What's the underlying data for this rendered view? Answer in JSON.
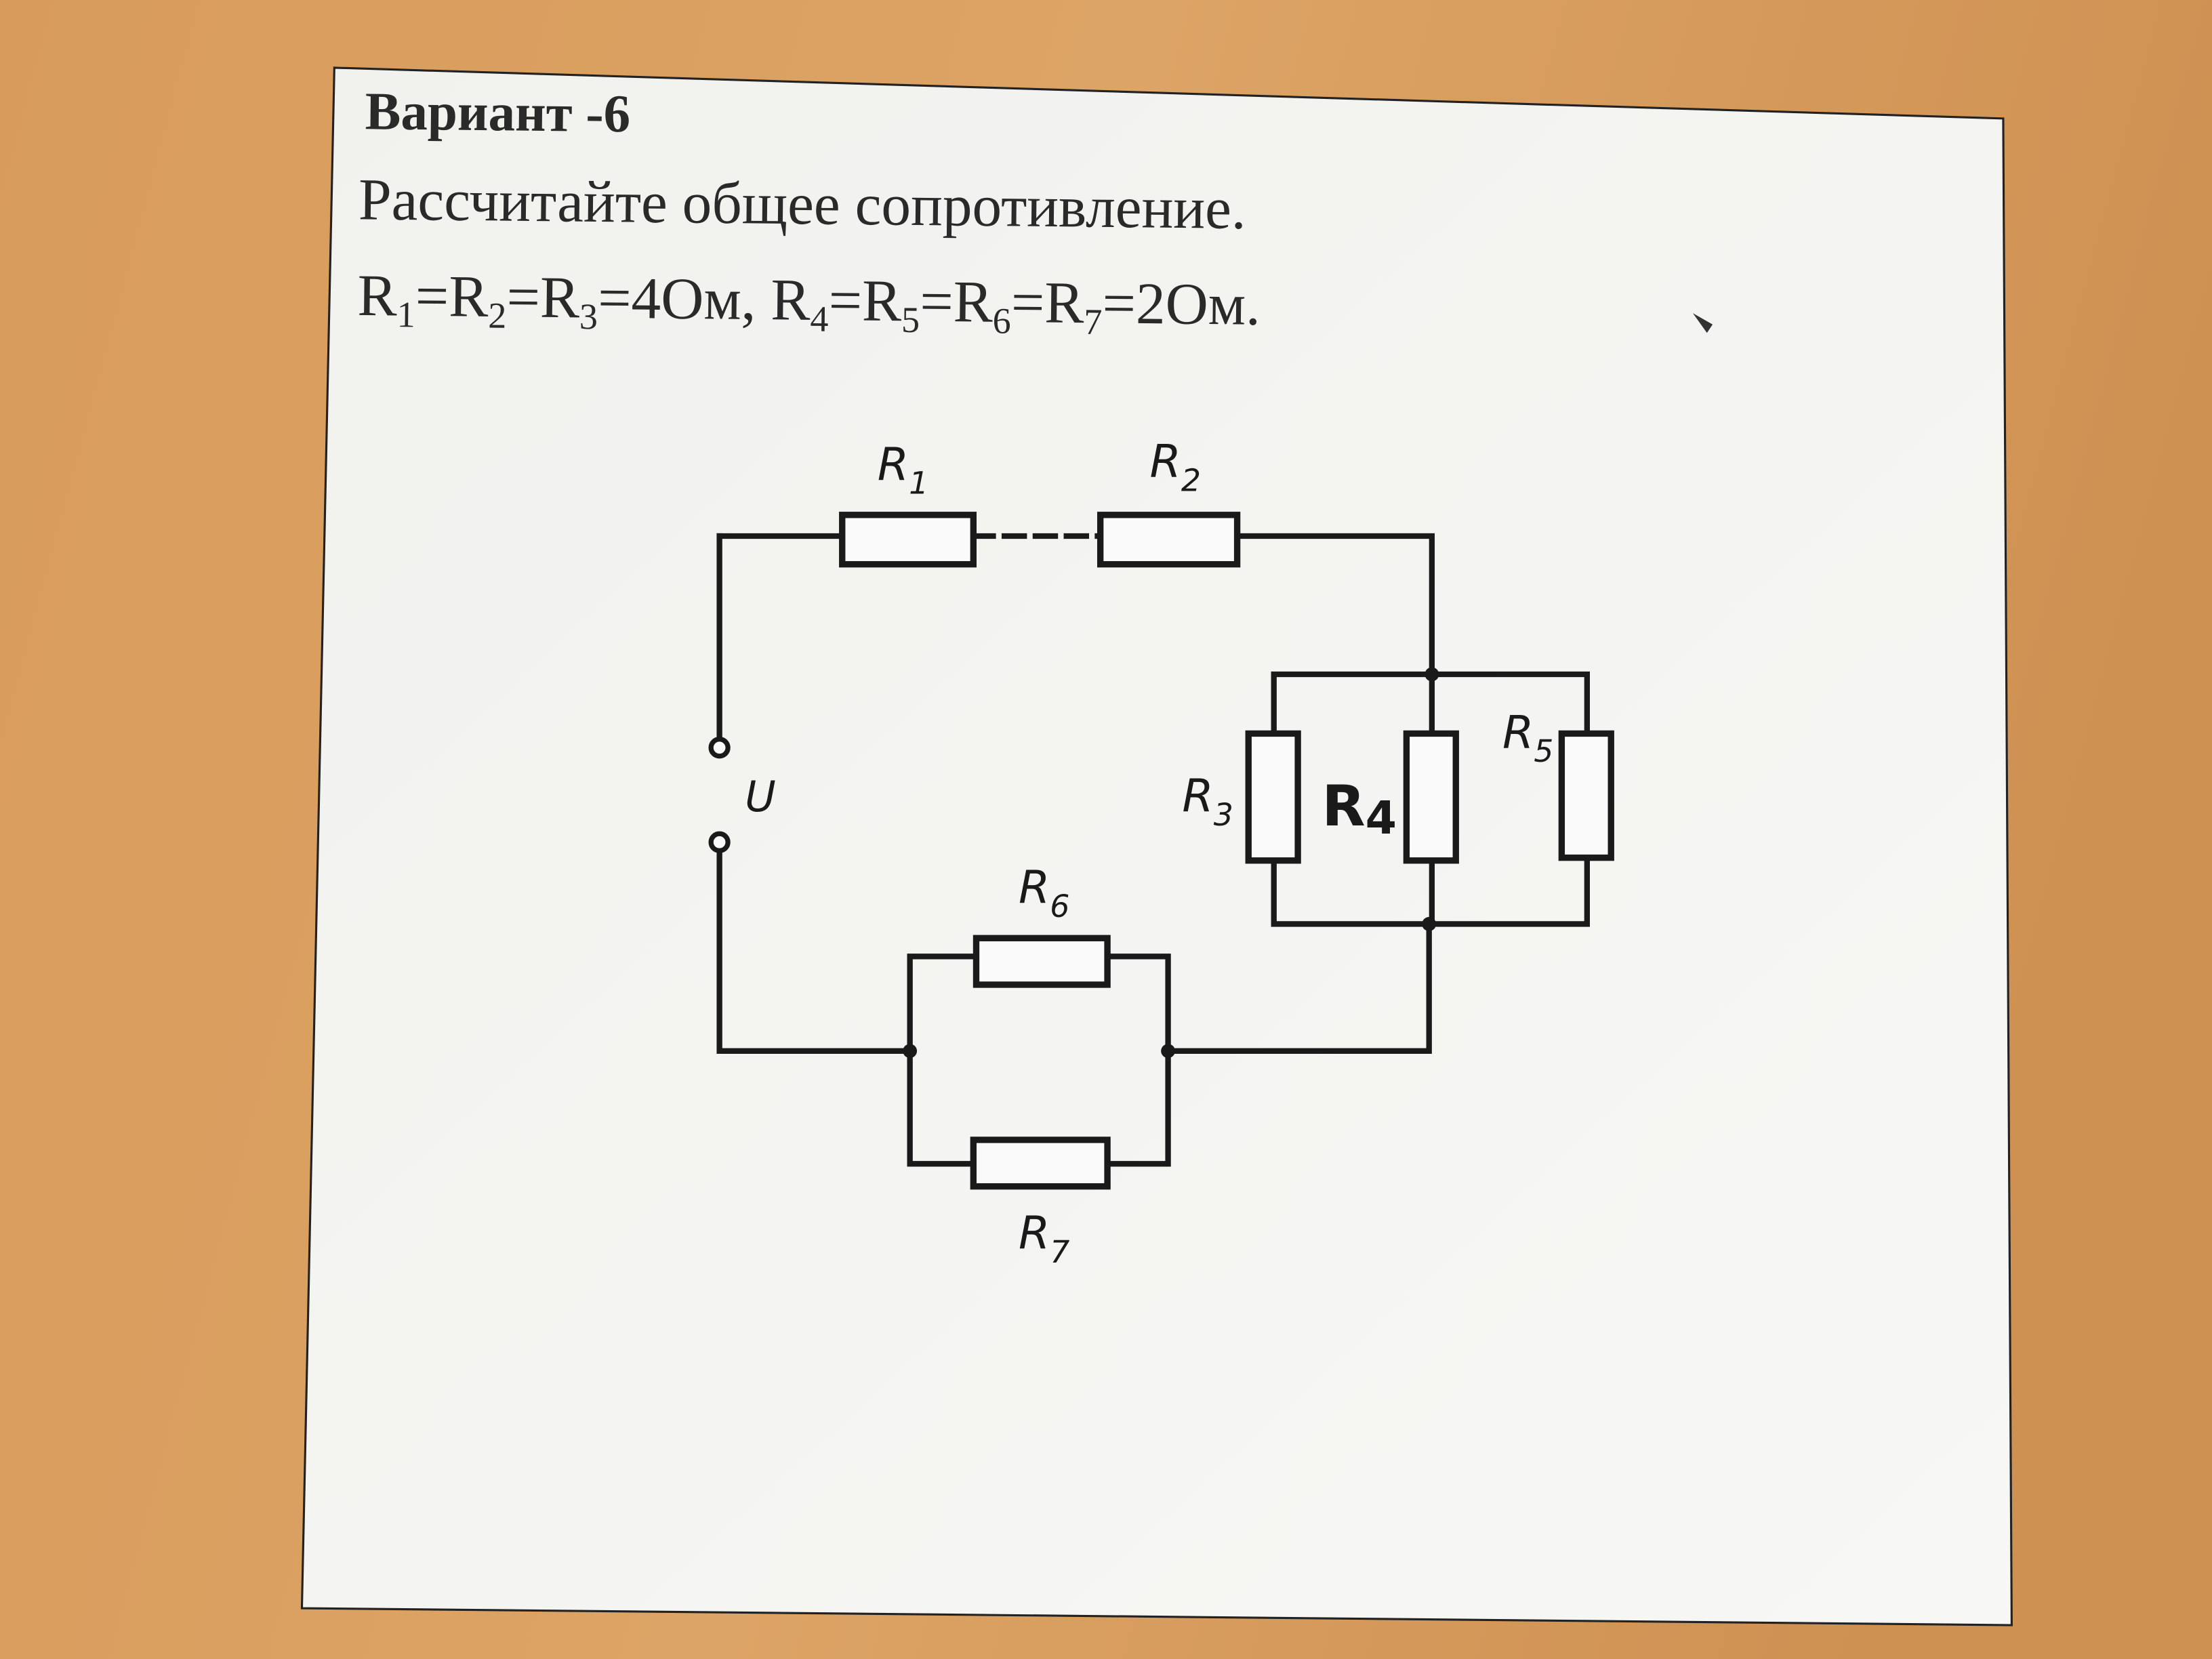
{
  "title": "Вариант -6",
  "task": "Рассчитайте общее сопротивление.",
  "given": {
    "parts": [
      "R",
      "1",
      "=R",
      "2",
      "=R",
      "3",
      "=4Ом, R",
      "4",
      "=R",
      "5",
      "=R",
      "6",
      "=R",
      "7",
      "=2Ом."
    ]
  },
  "colors": {
    "wood": "#d49a5c",
    "paper": "#f4f4f2",
    "ink": "#1a1a1a"
  },
  "circuit": {
    "source_label": "U",
    "resistors": [
      {
        "name": "R",
        "sub": "1"
      },
      {
        "name": "R",
        "sub": "2"
      },
      {
        "name": "R",
        "sub": "3"
      },
      {
        "name": "R",
        "sub": "4"
      },
      {
        "name": "R",
        "sub": "5"
      },
      {
        "name": "R",
        "sub": "6"
      },
      {
        "name": "R",
        "sub": "7"
      }
    ]
  }
}
